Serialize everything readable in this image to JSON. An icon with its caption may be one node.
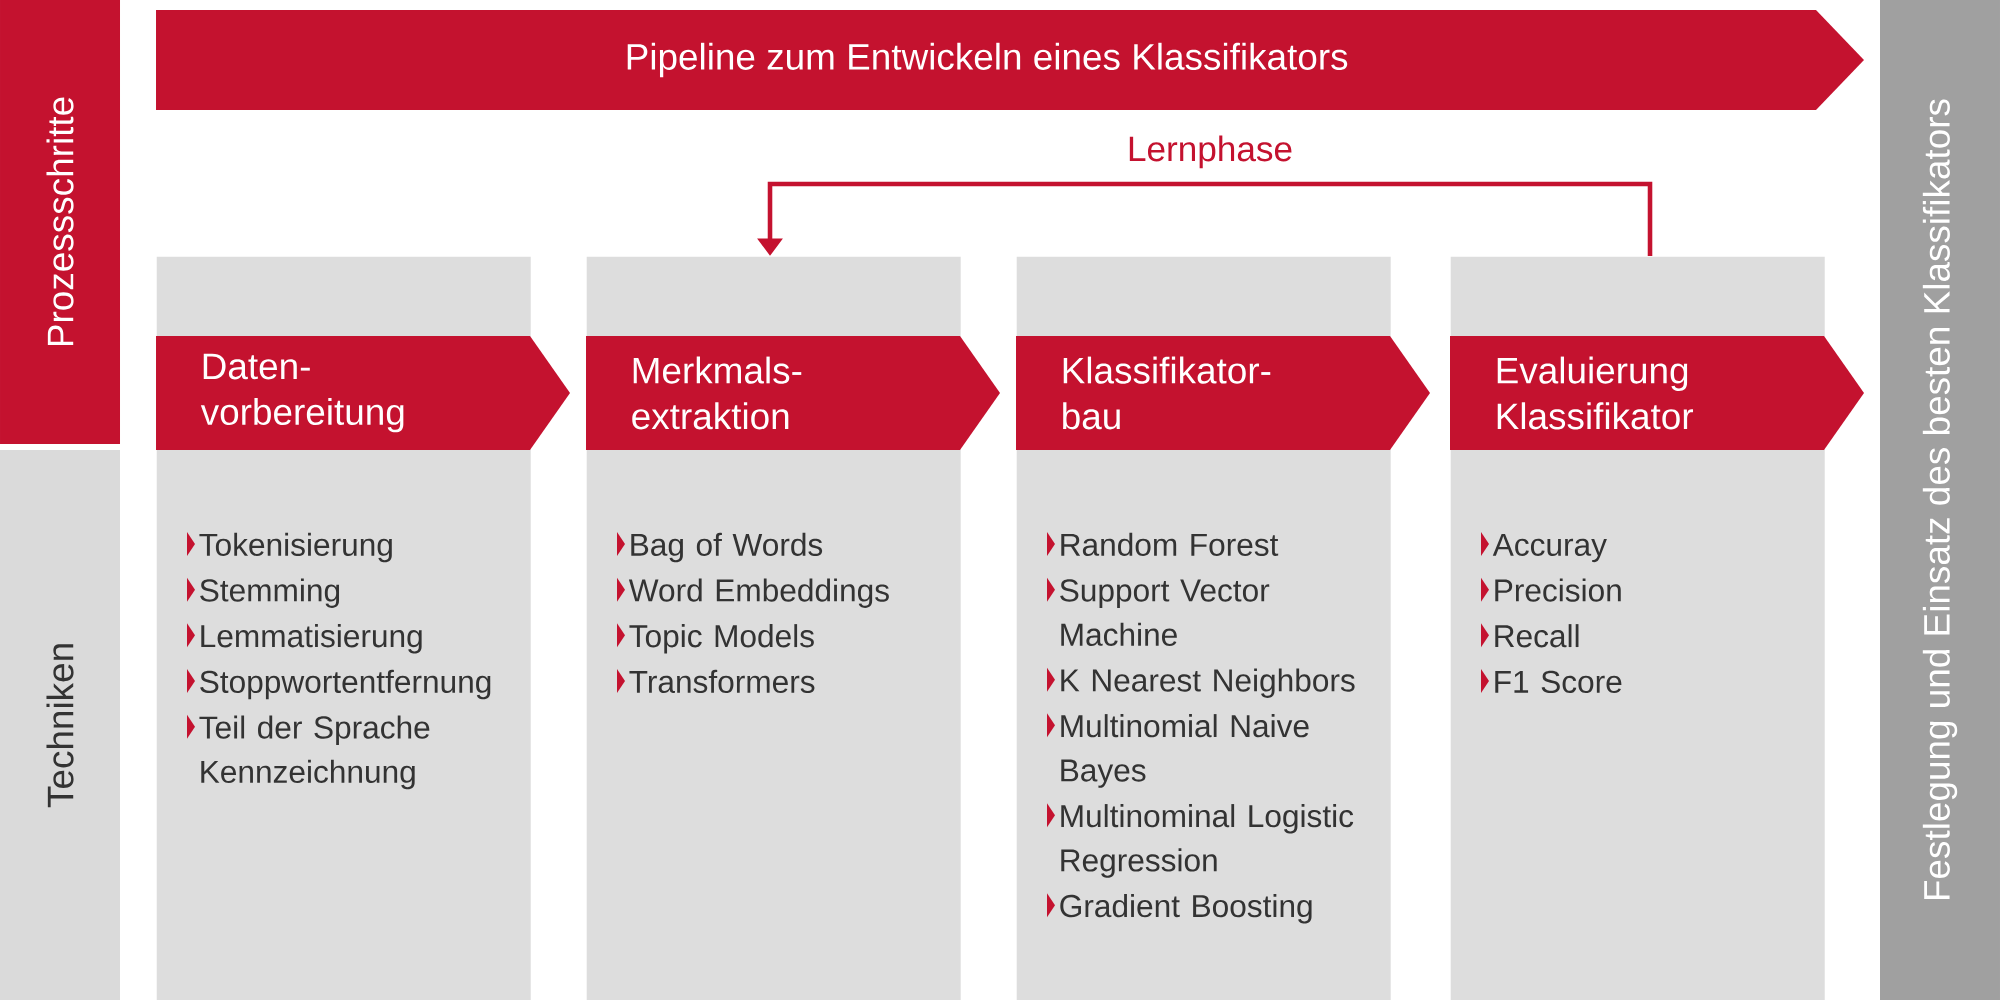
{
  "diagram": {
    "nodes": [
      {
        "text": [
          "Pipeline zum Entwickeln eines Klassifikators"
        ]
      },
      {
        "text": [
          "Prozessschritte"
        ]
      },
      {
        "text": [
          "Techniken"
        ]
      },
      {
        "text": [
          "Festlegung und Einsatz des besten Klassifikators"
        ]
      },
      {
        "text": [
          "Tokenisierung",
          "Stemming",
          "Lemmatisierung",
          "Stoppwortentfernung",
          "Teil der Sprache Kennzeichnung"
        ]
      },
      {
        "text": [
          "Daten- vorbereitung"
        ],
        "in": 4
      },
      {
        "text": [
          "Bag of Words",
          "Word Embeddings",
          "Topic Models",
          "Transformers"
        ]
      },
      {
        "text": [
          "Merkmals- extraktion"
        ],
        "in": 6
      },
      {
        "text": [
          "Random Forest",
          "Support Vector Machine",
          "K Nearest Neighbors",
          "Multinomial Naive Bayes",
          "Multinominal Logistic Regression",
          "Gradient Boosting"
        ]
      },
      {
        "text": [
          "Klassifikator- bau"
        ],
        "in": 8
      },
      {
        "text": [
          "Accuray",
          "Precision",
          "Recall",
          "F1 Score"
        ]
      },
      {
        "text": [
          "Evaluierung Klassifikator"
        ],
        "in": 10
      }
    ],
    "edges": [
      {
        "from": 10,
        "to": 6,
        "arrow": "to",
        "label": "Lernphase"
      }
    ]
  }
}
